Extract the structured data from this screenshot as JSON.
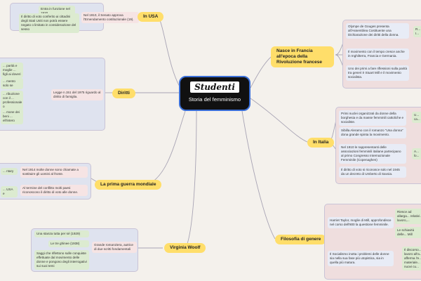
{
  "central": {
    "logo": "Studenti",
    "title": "Storia del femminismo"
  },
  "topics": {
    "usa": {
      "label": "In USA",
      "detail": "Nel 1910, il Senato approva l'Emendamento costituzionale (19).",
      "notes": [
        "Entra in funzione nel 1920",
        "Il diritto di voto conferito ai cittadini degli Stati Uniti non potrà essere negato o limitato in considerazione del sesso"
      ]
    },
    "diritti": {
      "label": "Diritti",
      "detail": "Legge n.151 del 1975 riguardo al diritto di famiglia.",
      "notes": [
        "... parità e moglie ... figli ai doveri",
        "... mento solo se",
        "... ribuzione con il ... professionale o",
        "... mone dei beni ... ell'intero"
      ]
    },
    "guerra": {
      "label": "La prima guerra mondiale",
      "details": [
        "Nel 1914 molte donne sono chiamate a sostituire gli uomini al fronte.",
        "Al termine del conflitto molti paesi riconoscono il diritto di voto alle donne."
      ],
      "notes": [
        "... ntary",
        "... USA e"
      ]
    },
    "woolf": {
      "label": "Virginia Woolf",
      "detail": "Grande romanziera, autrice di due scritti fondamentali",
      "notes": [
        "Una stanza tutta per sé (1929)",
        "Le tre ghinee (1938)",
        "Saggi che riflettono sulle conquiste effettuate dal movimento delle donne e pongono degli interrogativi sui suoi temi"
      ]
    },
    "francia": {
      "label": "Nasce in Francia all'epoca della Rivoluzione francese",
      "items": [
        "Olympe de Gouges presenta all'Assemblea Costituente una Dichiarazione dei diritti della donna.",
        "Il movimento con il tempo cresce anche in Inghilterra, Francia e Germania.",
        "Uno dei primi a fare riflessioni sulla parità tra generi è Stuart Mill e il movimento socialista."
      ],
      "notes": [
        "R... I..."
      ]
    },
    "italia": {
      "label": "In Italia",
      "items": [
        "Primi nuclei organizzati da donne della borghesia e da masse femminili cattoliche e socialiste.",
        "Sibilla Aleramo con il romanzo \"Una donna\" dona grande spinta la movimento.",
        "Nel 1910 le rappresentanti delle associazioni femminili italiane partecipano al primo Congresso Internazionale Femminile (Copenaghen)",
        "Il diritto di voto si riconosce solo nel 1945 da un decreto di Umberto di Savoia."
      ],
      "notes": [
        "U... ca...",
        "A... lo..."
      ]
    },
    "filosofia": {
      "label": "Filosofia di genere",
      "items": [
        "Harriet Taylor, moglie di Mill, approfondisce nel corso dell'800 la questione femminile.",
        "Il Socialismo inotta i problemi delle donne sia nella sua fase più utopistica, sia in quella più matura."
      ],
      "notes": [
        "Riesce ad allarga... relativi al lavoro,...",
        "Le schiavitù delle... Mill",
        "Il discorso... lavoro all'a... afferma l'e... materiale... nuovi cu..."
      ]
    }
  }
}
